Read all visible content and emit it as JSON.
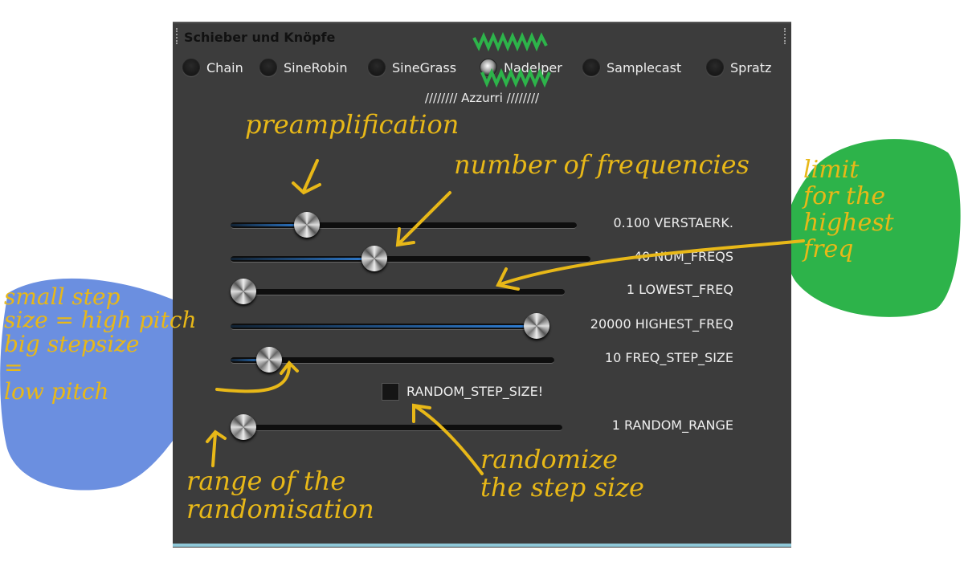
{
  "window": {
    "title": "Schieber und Knöpfe"
  },
  "radios": [
    {
      "label": "Chain",
      "selected": false
    },
    {
      "label": "SineRobin",
      "selected": false
    },
    {
      "label": "SineGrass",
      "selected": false
    },
    {
      "label": "Nadelper",
      "selected": true
    },
    {
      "label": "Samplecast",
      "selected": false
    },
    {
      "label": "Spratz",
      "selected": false
    }
  ],
  "subtitle": "//////// Azzurri ////////",
  "sliders": [
    {
      "label": "0.100 VERSTAERK.",
      "fraction": 0.22
    },
    {
      "label": "40 NUM_FREQS",
      "fraction": 0.4
    },
    {
      "label": "1 LOWEST_FREQ",
      "fraction": 0.0
    },
    {
      "label": "20000 HIGHEST_FREQ",
      "fraction": 1.0
    },
    {
      "label": "10 FREQ_STEP_SIZE",
      "fraction": 0.12
    },
    {
      "label": "1 RANDOM_RANGE",
      "fraction": 0.0
    }
  ],
  "checkbox": {
    "label": "RANDOM_STEP_SIZE!",
    "checked": false
  },
  "annotations": {
    "preamp": "preamplification",
    "numfreq": "number of frequencies",
    "highest": "limit\nfor the\nhighest\nfreq",
    "step": "small step\nsize = high pitch\nbig stepsize\n=\nlow pitch",
    "range": "range of the\nrandomisation",
    "randomize": "randomize\nthe step size"
  },
  "colors": {
    "annotation": "#e8b818",
    "blue_blob": "#6b8fe0",
    "green_blob": "#2db34a",
    "accent": "#2f7fd6"
  }
}
